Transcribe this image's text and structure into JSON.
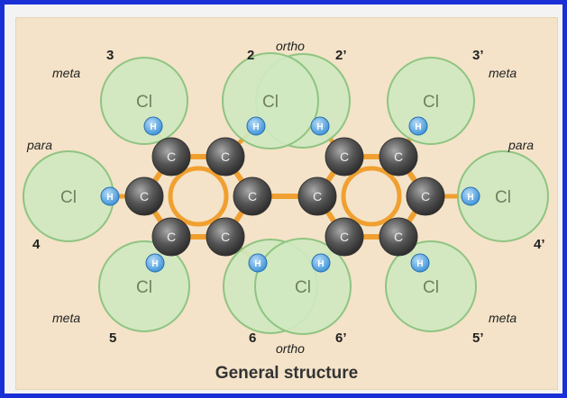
{
  "title": "General structure",
  "position_labels": {
    "num_3": "3",
    "num_2": "2",
    "num_2p": "2’",
    "num_3p": "3’",
    "num_4": "4",
    "num_4p": "4’",
    "num_5": "5",
    "num_6": "6",
    "num_6p": "6’",
    "num_5p": "5’",
    "ortho_top": "ortho",
    "ortho_bottom": "ortho",
    "meta_tl": "meta",
    "meta_tr": "meta",
    "meta_bl": "meta",
    "meta_br": "meta",
    "para_l": "para",
    "para_r": "para"
  },
  "atoms": {
    "chlorine": "Cl",
    "carbon": "C",
    "hydrogen": "H"
  },
  "colors": {
    "frame_border": "#1a2fd6",
    "panel_background": "#f4e3c8",
    "chlorine_fill": "#cfe8c0",
    "chlorine_stroke": "#8fc482",
    "bond": "#f0a030",
    "carbon": "#555555",
    "hydrogen": "#3f94d8"
  }
}
